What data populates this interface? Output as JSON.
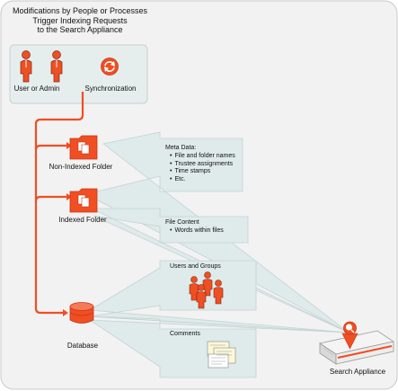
{
  "title": [
    "Modifications by People or Processes",
    "Trigger Indexing Requests",
    "to the Search Appliance"
  ],
  "sources": {
    "user_admin": "User or Admin",
    "synchronization": "Synchronization"
  },
  "nodes": {
    "non_indexed_folder": "Non-Indexed Folder",
    "indexed_folder": "Indexed Folder",
    "database": "Database",
    "search_appliance": "Search Appliance"
  },
  "callouts": {
    "meta_data": {
      "title": "Meta Data:",
      "items": [
        "File and folder names",
        "Trustee assignments",
        "Time stamps",
        "Etc."
      ]
    },
    "file_content": {
      "title": "File Content",
      "items": [
        "Words within files"
      ]
    },
    "users_groups": {
      "title": "Users and Groups"
    },
    "comments": {
      "title": "Comments"
    }
  },
  "colors": {
    "accent": "#f04e23",
    "accent_dark": "#c8381a",
    "panel_bg": "#f2f2f2",
    "panel_border": "#c9c9c9",
    "beam": "#dfeaea",
    "beam_edge": "#c3d3d3"
  },
  "icons": [
    "person-icon",
    "sync-icon",
    "folder-icon",
    "database-icon",
    "search-appliance-icon",
    "users-icon",
    "comments-icon"
  ]
}
